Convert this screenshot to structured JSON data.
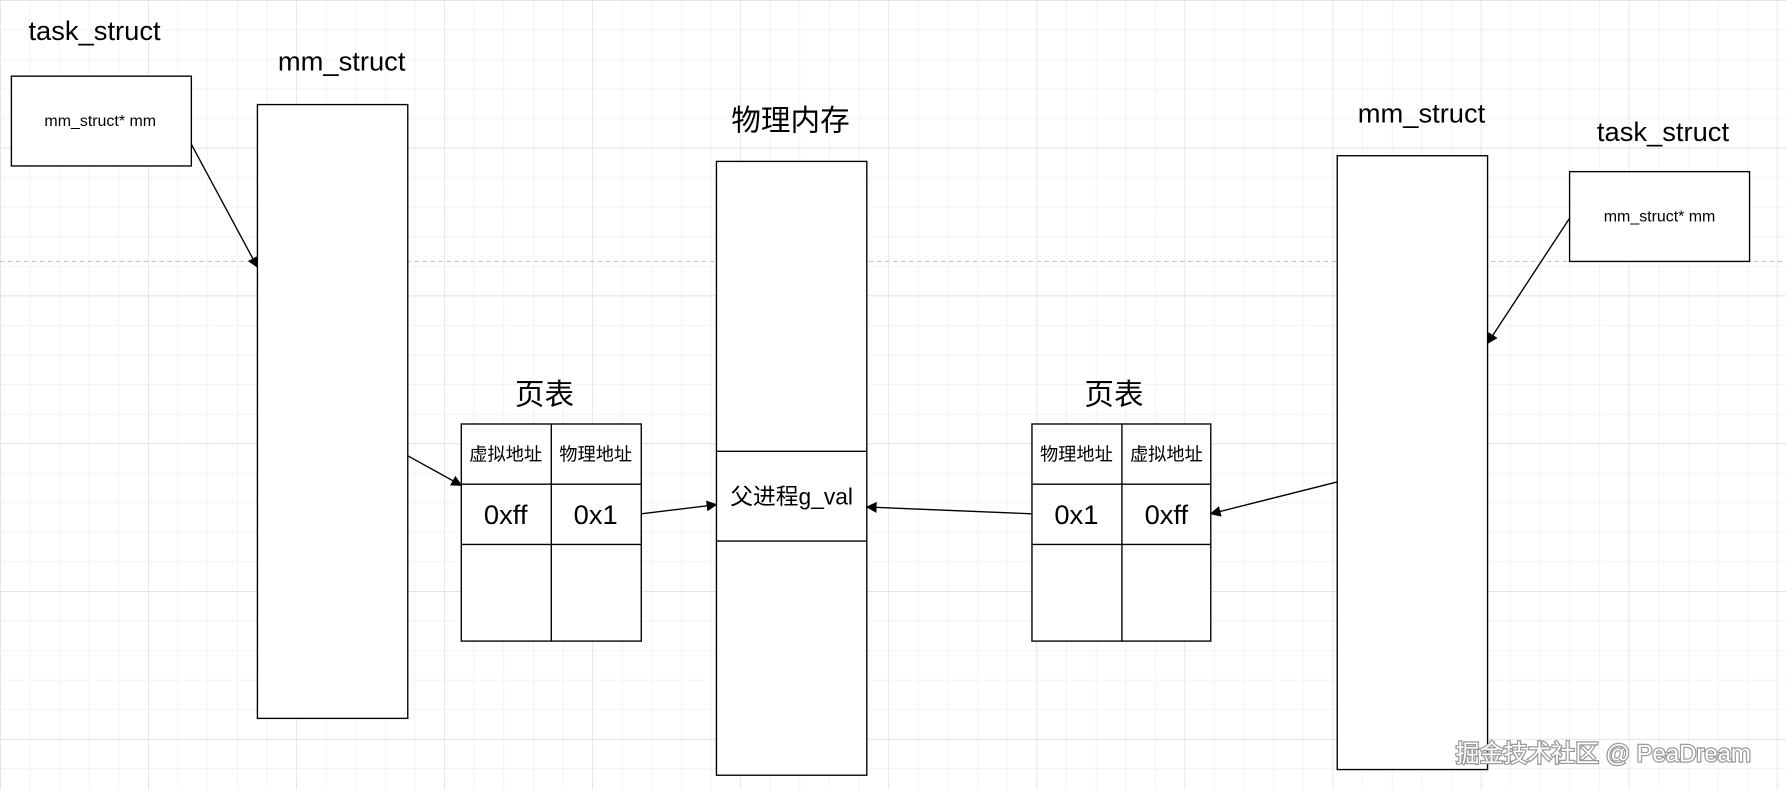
{
  "left": {
    "task_struct_title": "task_struct",
    "task_struct_field": "mm_struct* mm",
    "mm_struct_title": "mm_struct",
    "page_table_title": "页表",
    "page_table": {
      "headers": [
        "虚拟地址",
        "物理地址"
      ],
      "row": [
        "0xff",
        "0x1"
      ]
    }
  },
  "physical_memory": {
    "title": "物理内存",
    "cell": "父进程g_val"
  },
  "right": {
    "task_struct_title": "task_struct",
    "task_struct_field": "mm_struct* mm",
    "mm_struct_title": "mm_struct",
    "page_table_title": "页表",
    "page_table": {
      "headers": [
        "物理地址",
        "虚拟地址"
      ],
      "row": [
        "0x1",
        "0xff"
      ]
    }
  },
  "watermark": "掘金技术社区 @ PeaDream"
}
